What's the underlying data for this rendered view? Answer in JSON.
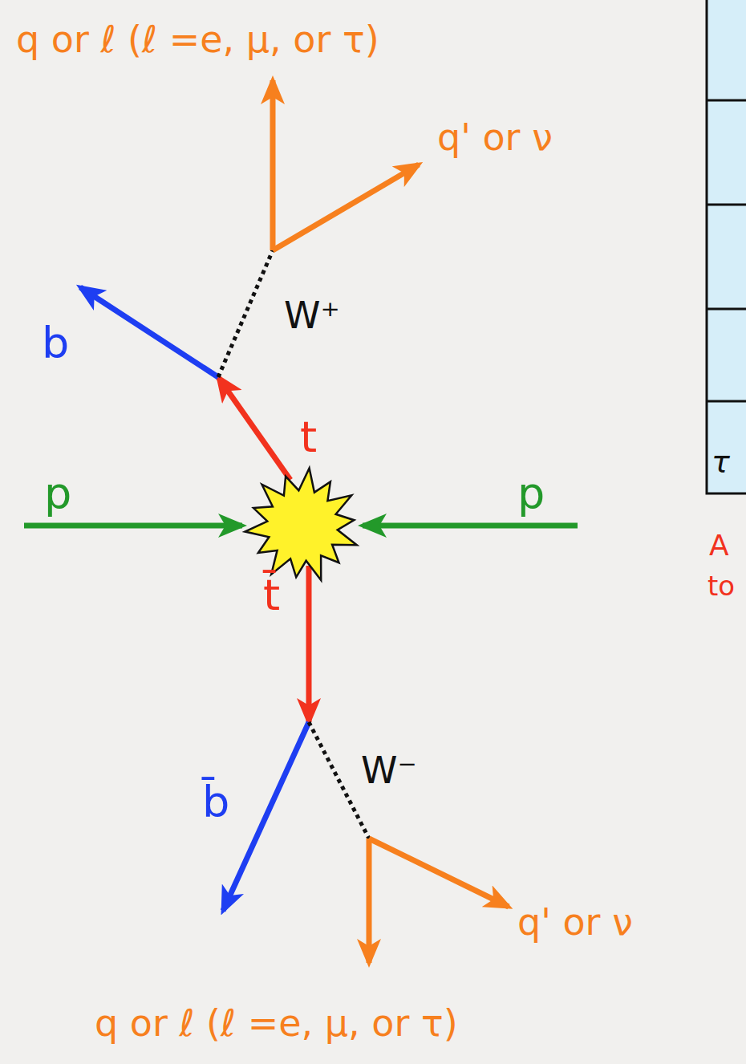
{
  "diagram": {
    "labels": [
      "q or ℓ (ℓ =e, μ, or τ)",
      "q' or ν",
      "b",
      "W⁺",
      "t",
      "p",
      "p",
      "t̄",
      "W⁻",
      "b̄",
      "q' or ν",
      "q or ℓ (ℓ =e, μ, or τ)",
      "τ",
      "A",
      "to"
    ]
  }
}
